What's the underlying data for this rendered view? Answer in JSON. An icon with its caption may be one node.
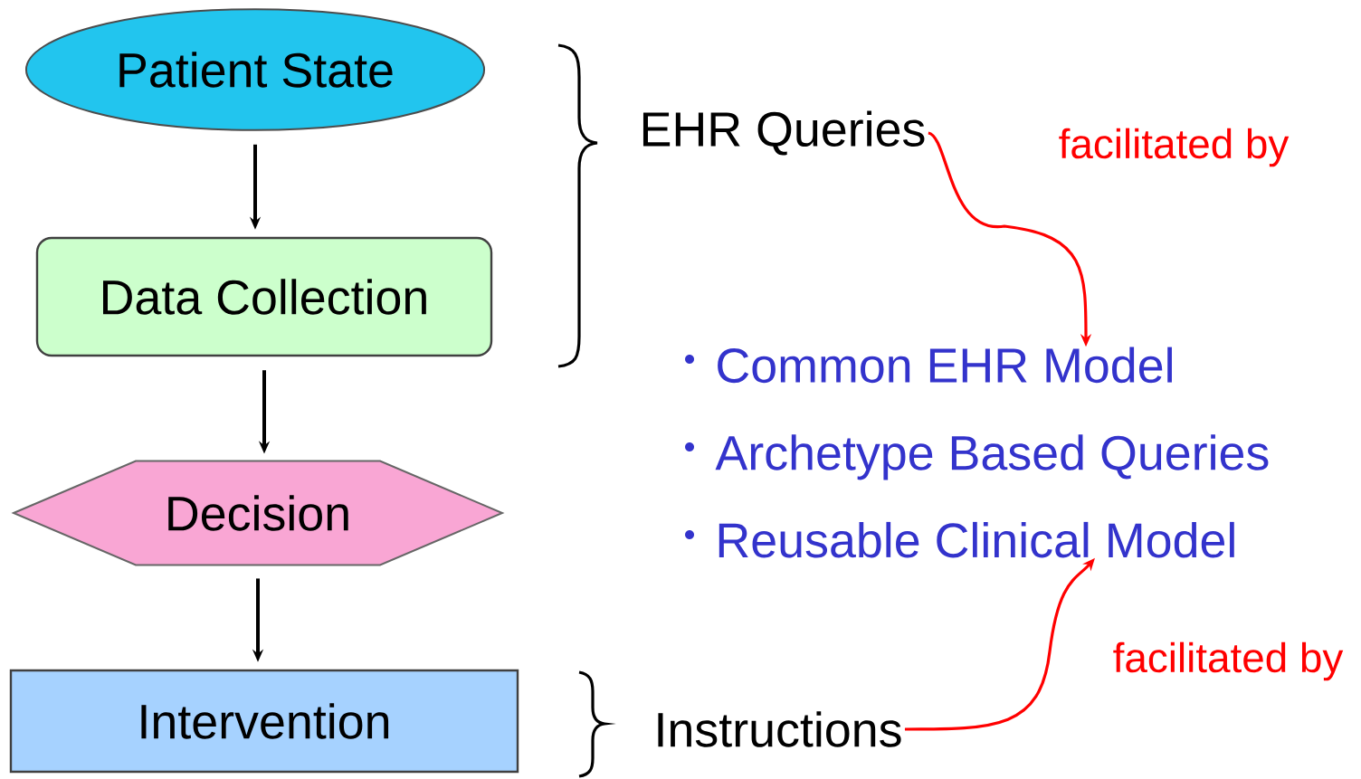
{
  "diagram": {
    "nodes": [
      {
        "text": [
          "Patient State"
        ]
      },
      {
        "text": [
          "Data Collection"
        ]
      },
      {
        "text": [
          "Decision"
        ]
      },
      {
        "text": [
          "Intervention"
        ]
      },
      {
        "text": [
          "EHR Queries"
        ]
      },
      {
        "text": [
          "Common EHR Model",
          "Archetype Based Queries",
          "Reusable Clinical Model"
        ]
      },
      {
        "text": [
          "Instructions"
        ]
      }
    ],
    "edges": [
      {
        "from": 0,
        "to": 1,
        "arrow": "to"
      },
      {
        "from": 1,
        "to": 2,
        "arrow": "to"
      },
      {
        "from": 2,
        "to": 3,
        "arrow": "to"
      },
      {
        "from": 4,
        "to": 5,
        "arrow": "to",
        "label": "facilitated by",
        "color": "#ff0000"
      },
      {
        "from": 6,
        "to": 5,
        "arrow": "to",
        "label": "facilitated by",
        "color": "#ff0000"
      }
    ]
  }
}
